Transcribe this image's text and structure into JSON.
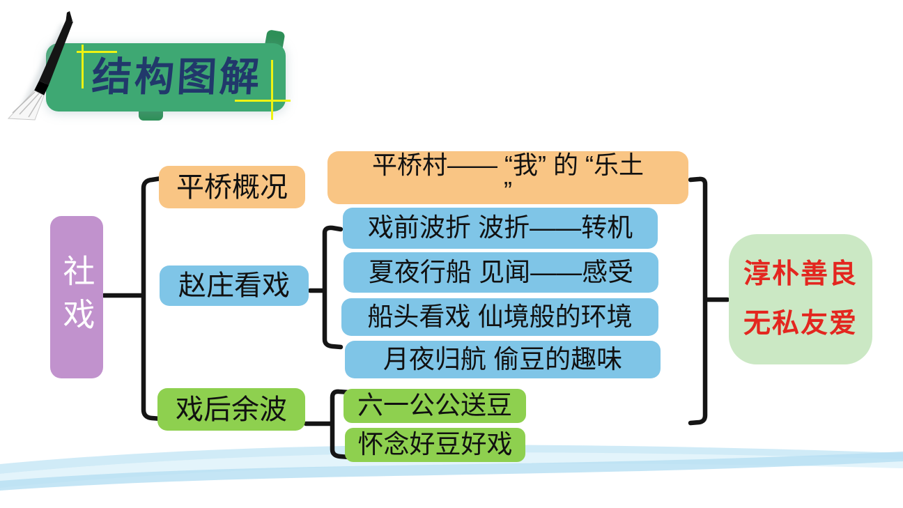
{
  "banner": {
    "title": "结构图解",
    "icon": "calligraphy-brush"
  },
  "diagram": {
    "root": {
      "label": "社戏"
    },
    "branches": [
      {
        "label": "平桥概况"
      },
      {
        "label": "赵庄看戏"
      },
      {
        "label": "戏后余波"
      }
    ],
    "details": {
      "pingqiao": {
        "line1": "平桥村—— “我” 的 “乐土",
        "line2": "”"
      },
      "zhaozhuang": [
        {
          "label": "戏前波折 波折——转机"
        },
        {
          "label": "夏夜行船 见闻——感受"
        },
        {
          "label": "船头看戏 仙境般的环境"
        },
        {
          "label": "月夜归航 偷豆的趣味"
        }
      ],
      "xihou": [
        {
          "label": "六一公公送豆"
        },
        {
          "label": "怀念好豆好戏"
        }
      ]
    },
    "conclusion": {
      "line1": "淳朴善良",
      "line2": "无私友爱"
    }
  },
  "colors": {
    "banner_green": "#3ea873",
    "banner_curl_green": "#2e9058",
    "title_navy": "#21386b",
    "decoration_yellow": "#eef312",
    "node_orange": "#f9c584",
    "node_blue": "#7fc5e7",
    "node_green": "#8ed04f",
    "node_purple": "#c192cd",
    "conclusion_bg": "#cbe8c4",
    "conclusion_red": "#e3261f",
    "connector_black": "#151515",
    "wave_blue": "#b5dff2"
  }
}
